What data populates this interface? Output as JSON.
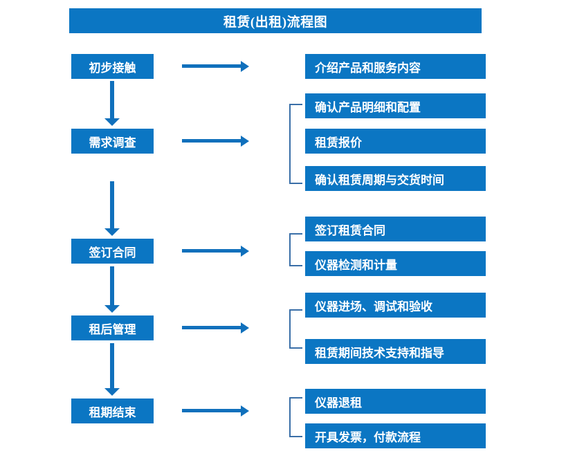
{
  "title": "租赁(出租)流程图",
  "colors": {
    "box_fill": "#0B76C3",
    "box_text": "#FFFFFF",
    "arrow": "#1070BC",
    "bracket": "#3A6FA8",
    "background": "#FFFFFF"
  },
  "stages": [
    {
      "label": "初步接触"
    },
    {
      "label": "需求调查"
    },
    {
      "label": "签订合同"
    },
    {
      "label": "租后管理"
    },
    {
      "label": "租期结束"
    }
  ],
  "tasks": [
    {
      "label": "介绍产品和服务内容"
    },
    {
      "label": "确认产品明细和配置"
    },
    {
      "label": "租赁报价"
    },
    {
      "label": "确认租赁周期与交货时间"
    },
    {
      "label": "签订租赁合同"
    },
    {
      "label": "仪器检测和计量"
    },
    {
      "label": "仪器进场、调试和验收"
    },
    {
      "label": "租赁期间技术支持和指导"
    },
    {
      "label": "仪器退租"
    },
    {
      "label": "开具发票，付款流程"
    }
  ]
}
